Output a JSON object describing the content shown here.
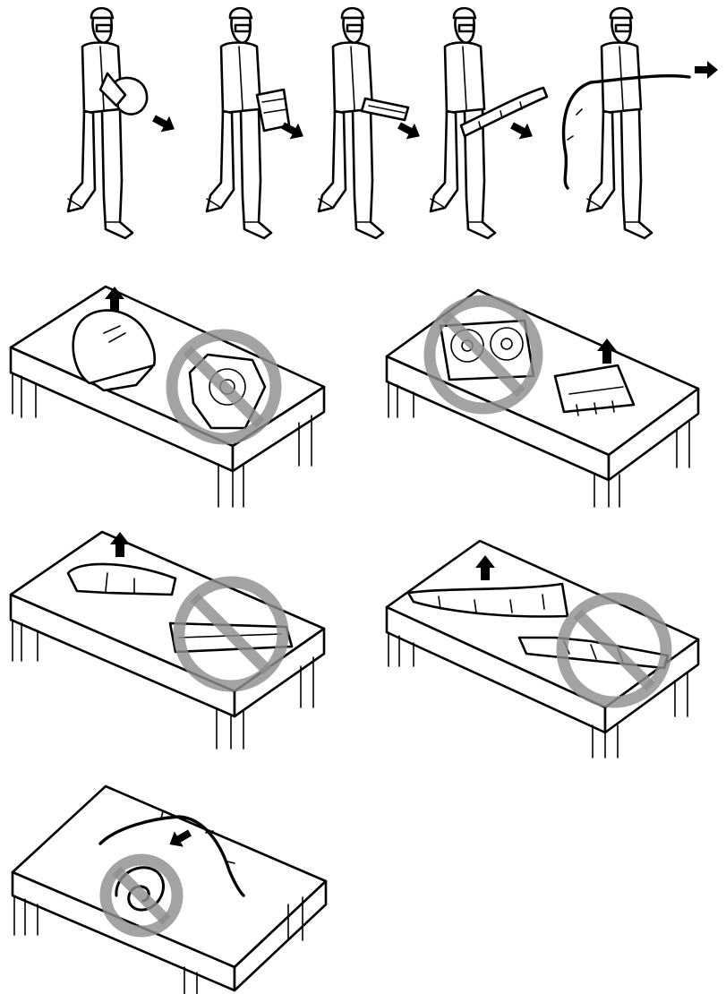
{
  "figure": {
    "technicians": [
      {
        "part": "steering-wheel-airbag",
        "arrow": "right-down"
      },
      {
        "part": "passenger-airbag",
        "arrow": "right-down"
      },
      {
        "part": "knee-airbag",
        "arrow": "right-down"
      },
      {
        "part": "curtain-shield-airbag-module",
        "arrow": "right-down"
      },
      {
        "part": "curtain-airbag-wire",
        "arrow": "right"
      }
    ],
    "tables": [
      {
        "correct": "steering-wheel-airbag-pad-side-up",
        "prohibited": "steering-wheel-airbag-pad-side-down"
      },
      {
        "correct": "passenger-airbag-pad-side-up",
        "prohibited": "passenger-airbag-pad-side-down"
      },
      {
        "correct": "knee-airbag-pad-side-up",
        "prohibited": "knee-airbag-pad-side-down"
      },
      {
        "correct": "curtain-shield-airbag-correct-orientation",
        "prohibited": "curtain-shield-airbag-wrong-orientation"
      },
      {
        "correct": "curtain-airbag-laid-flat",
        "prohibited": "curtain-airbag-coiled"
      }
    ],
    "colors": {
      "ink": "#000000",
      "prohibition": "#8f8f8f",
      "background": "#ffffff"
    }
  }
}
